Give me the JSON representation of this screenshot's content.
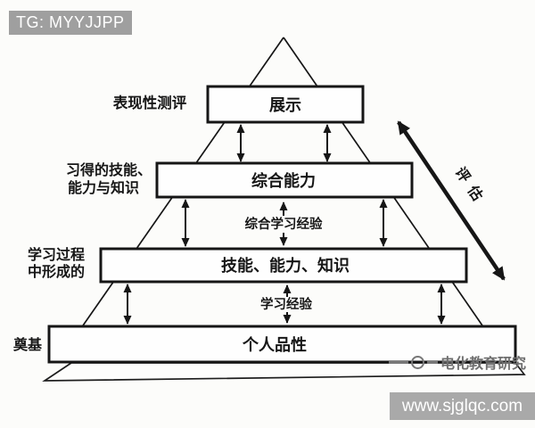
{
  "tag_banner": {
    "text": "TG: MYYJJPP"
  },
  "pyramid": {
    "level1": {
      "label": "展示"
    },
    "level2": {
      "label": "综合能力"
    },
    "level3": {
      "label": "技能、能力、知识"
    },
    "level4": {
      "label": "个人品性"
    },
    "side1": {
      "label": "表现性测评"
    },
    "side2": {
      "line1": "习得的技能、",
      "line2": "能力与知识"
    },
    "side3": {
      "line1": "学习过程",
      "line2": "中形成的"
    },
    "side4": {
      "label": "奠基"
    },
    "exp_upper": {
      "label": "综合学习经验"
    },
    "exp_lower": {
      "label": "学习经验"
    },
    "assessment": {
      "label": "评估"
    }
  },
  "watermark": {
    "label": "电化教育研究"
  },
  "site_banner": {
    "text": "www.sjglqc.com"
  },
  "colors": {
    "line_black": "#161616",
    "banner_gray": "#9f9f9f",
    "site_banner_gray": "#a9a9a9",
    "watermark_gray": "#6f6f6f",
    "box_fill": "#fefefe"
  }
}
